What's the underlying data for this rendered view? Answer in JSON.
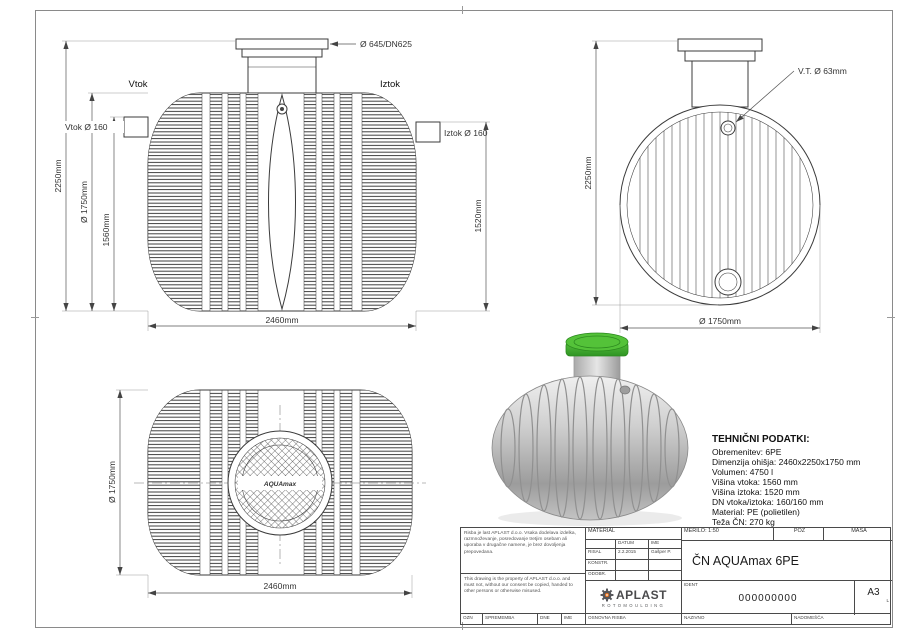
{
  "colors": {
    "lid_green": "#3fae2a",
    "logo_orange": "#e8731e",
    "line": "#3b3b3b"
  },
  "views": {
    "front": {
      "vtok_label": "Vtok",
      "iztok_label": "Iztok",
      "vtok_pipe": "Vtok Ø 160",
      "iztok_pipe": "Iztok Ø 160",
      "lid_dim": "Ø 645/DN625",
      "total_height": "2250mm",
      "body_dia": "Ø 1750mm",
      "inlet_height": "1560mm",
      "outlet_height": "1520mm",
      "length": "2460mm"
    },
    "side": {
      "vent_dim": "V.T. Ø 63mm",
      "total_height": "2250mm",
      "body_dia": "Ø 1750mm"
    },
    "top": {
      "body_dia": "Ø 1750mm",
      "length": "2460mm",
      "manhole_label": "AQUAmax"
    }
  },
  "tech_data": {
    "title": "TEHNIČNI PODATKI:",
    "lines": [
      "Obremenitev: 6PE",
      "Dimenzija ohišja: 2460x2250x1750 mm",
      "Volumen: 4750 l",
      "Višina vtoka: 1560 mm",
      "Višina iztoka: 1520 mm",
      "DN vtoka/iztoka: 160/160 mm",
      "Material: PE (polietilen)",
      "Teža ČN: 270 kg"
    ]
  },
  "title_block": {
    "disclaimer_sl": "Risba je last APLAST d.o.o. Vsaka dodelava izdelka, razmnoževanje, posredovanje tretjim osebam ali uporaba v drugačne namene, je brez dovoljenja prepovedana.",
    "disclaimer_en": "This drawing is the property of APLAST d.o.o. and must not, without our consent be copied, handed to other persons or otherwise misused.",
    "material_label": "MATERIAL",
    "datum_label": "DATUM",
    "ime_label": "IME",
    "rows": [
      {
        "label": "RISAL",
        "datum": "2.2.2015",
        "ime": "Gašper P."
      },
      {
        "label": "KONSTR.",
        "datum": "",
        "ime": ""
      },
      {
        "label": "ODOBR.",
        "datum": "",
        "ime": ""
      }
    ],
    "merilo_label": "MERILO: 1:50",
    "poz_label": "POZ",
    "masa_label": "MASA",
    "title": "ČN AQUAmax 6PE",
    "ident_label": "IDENT",
    "ident_value": "000000000",
    "sheet_format": "A3",
    "sheet_note": "L",
    "logo": {
      "name": "APLAST",
      "sub": "ROTOMOULDING"
    },
    "footer": [
      "OZN",
      "SPREMEMBA",
      "DNE",
      "IME",
      "OSNOVNA RISBA",
      "NAZIVNO",
      "NADOMEŠČA"
    ]
  }
}
